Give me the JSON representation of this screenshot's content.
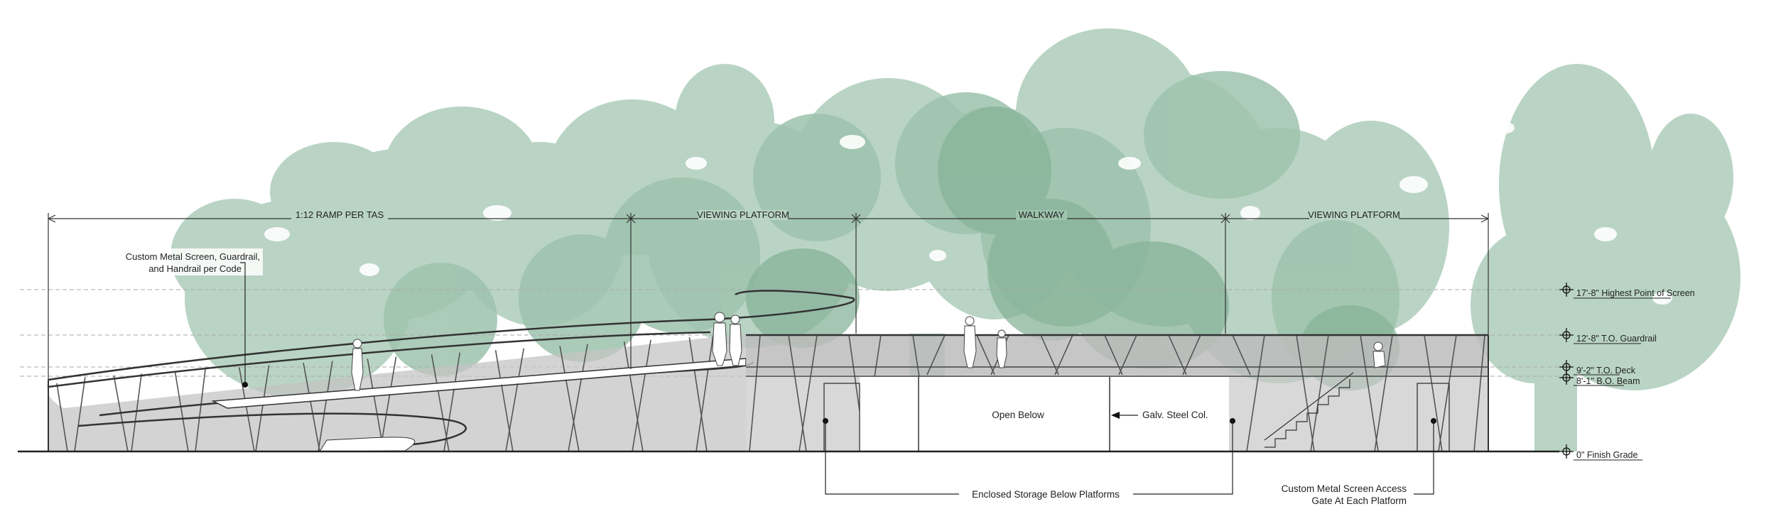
{
  "dimensions": {
    "ramp": "1:12 RAMP PER TAS",
    "viewing_platform_1": "VIEWING PLATFORM",
    "walkway": "WALKWAY",
    "viewing_platform_2": "VIEWING PLATFORM"
  },
  "notes": {
    "screen_line1": "Custom Metal Screen, Guardrail,",
    "screen_line2": "and Handrail per Code",
    "open_below": "Open Below",
    "galv_steel_col": "Galv. Steel Col.",
    "enclosed_storage": "Enclosed Storage Below Platforms",
    "gate_line1": "Custom Metal Screen Access",
    "gate_line2": "Gate At Each Platform"
  },
  "levels": [
    {
      "label": "17'-8\" Highest Point of Screen"
    },
    {
      "label": "12'-8\" T.O. Guardrail"
    },
    {
      "label": "9'-2\" T.O. Deck"
    },
    {
      "label": "8'-1\" B.O. Beam"
    },
    {
      "label": "0\" Finish Grade"
    }
  ],
  "colors": {
    "tree_light": "#b9d4c4",
    "tree_mid": "#9dc3ad",
    "tree_dark": "#87b398",
    "screen": "#bdbdbd",
    "line": "#333333"
  }
}
